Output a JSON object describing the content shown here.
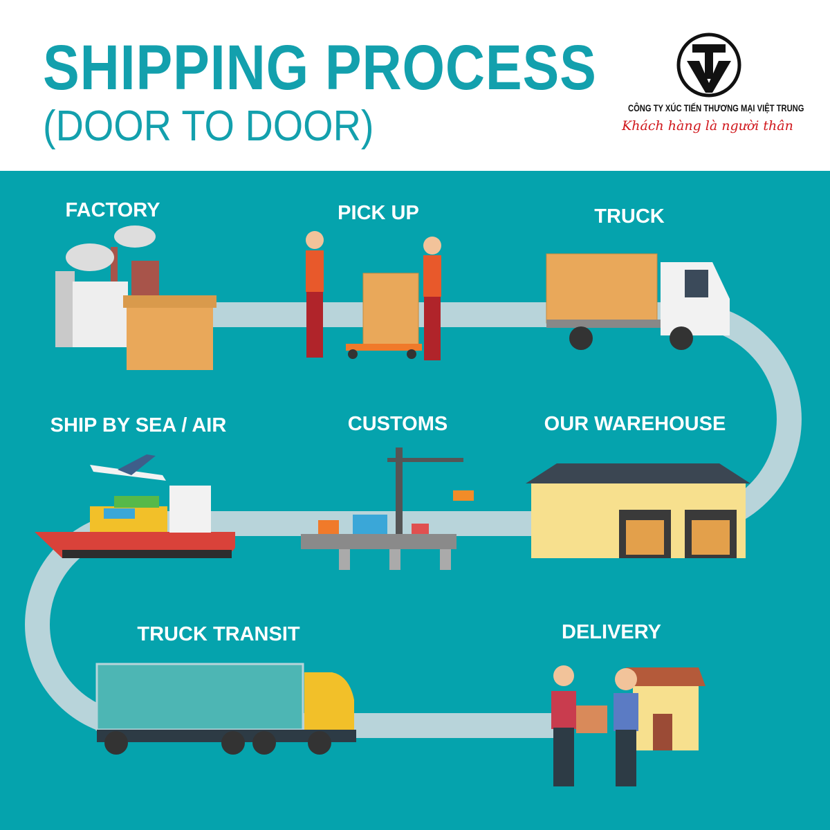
{
  "header": {
    "title": "SHIPPING PROCESS",
    "subtitle": "(DOOR TO DOOR)"
  },
  "logo": {
    "mark": "TV",
    "company": "CÔNG TY XÚC TIẾN THƯƠNG MẠI VIỆT TRUNG",
    "slogan": "Khách hàng là người thân"
  },
  "steps": [
    {
      "label": "FACTORY"
    },
    {
      "label": "PICK UP"
    },
    {
      "label": "TRUCK"
    },
    {
      "label": "OUR WAREHOUSE"
    },
    {
      "label": "CUSTOMS"
    },
    {
      "label": "SHIP BY SEA / AIR"
    },
    {
      "label": "TRUCK TRANSIT"
    },
    {
      "label": "DELIVERY"
    }
  ],
  "colors": {
    "teal": "#05a3ad",
    "title": "#13a0ad",
    "path": "#b8d4da",
    "box": "#e9a85a"
  }
}
